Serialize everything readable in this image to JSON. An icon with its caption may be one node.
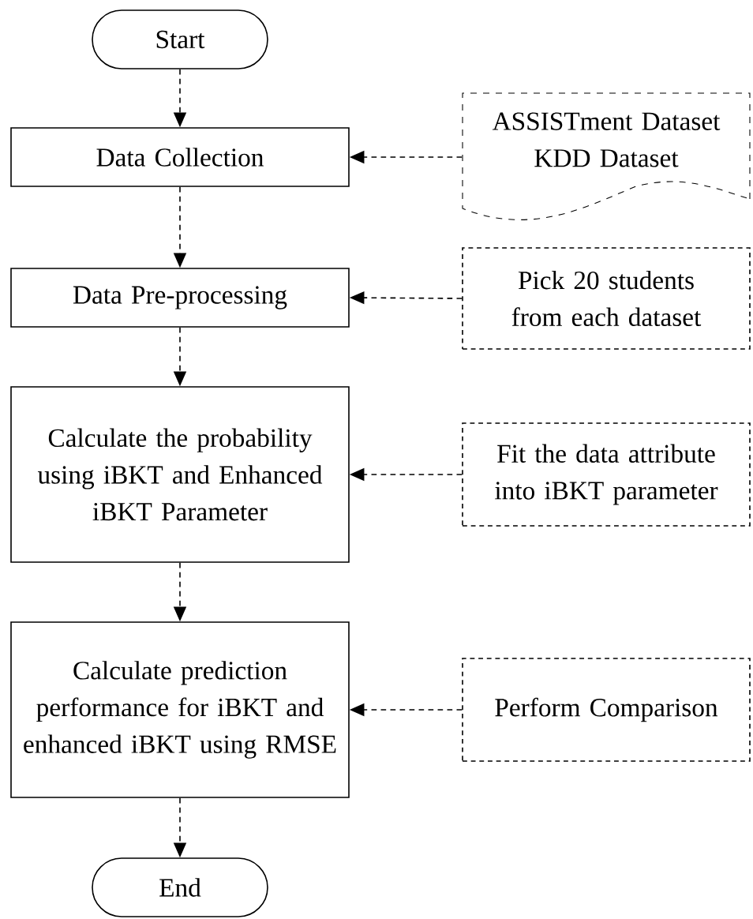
{
  "diagram": {
    "nodes": [
      {
        "text": [
          "Start"
        ]
      },
      {
        "text": [
          "Data Collection"
        ]
      },
      {
        "text": [
          "ASSISTment Dataset",
          "KDD Dataset"
        ]
      },
      {
        "text": [
          "Data Pre-processing"
        ]
      },
      {
        "text": [
          "Pick 20 students from each dataset"
        ]
      },
      {
        "text": [
          "Calculate the probability using iBKT and Enhanced iBKT Parameter"
        ]
      },
      {
        "text": [
          "Fit the data attribute into iBKT parameter"
        ]
      },
      {
        "text": [
          "Calculate prediction performance for iBKT and enhanced iBKT using RMSE"
        ]
      },
      {
        "text": [
          "Perform Comparison"
        ]
      },
      {
        "text": [
          "End"
        ]
      }
    ],
    "edges": [
      {
        "from": 0,
        "to": 1,
        "arrow": "to",
        "style": "dashed"
      },
      {
        "from": 2,
        "to": 1,
        "arrow": "to",
        "style": "dashed"
      },
      {
        "from": 1,
        "to": 3,
        "arrow": "to",
        "style": "dashed"
      },
      {
        "from": 4,
        "to": 3,
        "arrow": "to",
        "style": "dashed"
      },
      {
        "from": 3,
        "to": 5,
        "arrow": "to",
        "style": "dashed"
      },
      {
        "from": 6,
        "to": 5,
        "arrow": "to",
        "style": "dashed"
      },
      {
        "from": 5,
        "to": 7,
        "arrow": "to",
        "style": "dashed"
      },
      {
        "from": 8,
        "to": 7,
        "arrow": "to",
        "style": "dashed"
      },
      {
        "from": 7,
        "to": 9,
        "arrow": "to",
        "style": "dashed"
      }
    ]
  }
}
